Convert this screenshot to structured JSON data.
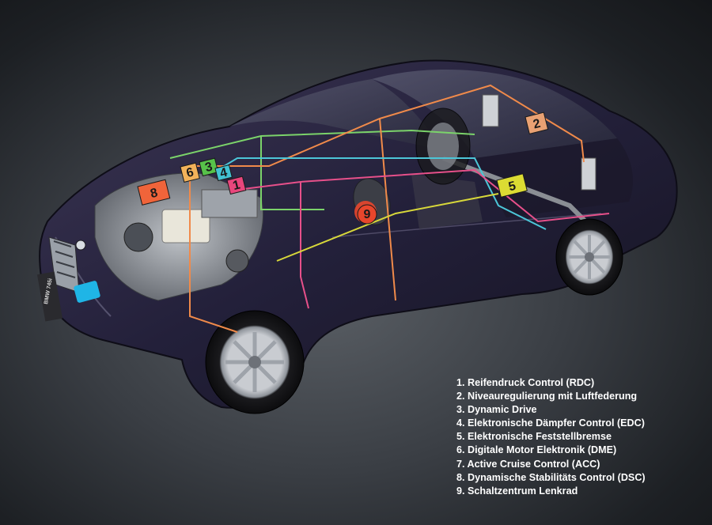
{
  "diagram": {
    "model_badge": "BMW 745i",
    "legend": [
      "1. Reifendruck Control (RDC)",
      "2. Niveauregulierung mit Luftfederung",
      "3. Dynamic Drive",
      "4. Elektronische Dämpfer Control (EDC)",
      "5. Elektronische Feststellbremse",
      "6. Digitale Motor Elektronik (DME)",
      "7. Active Cruise Control (ACC)",
      "8. Dynamische Stabilitäts Control (DSC)",
      "9. Schaltzentrum Lenkrad"
    ],
    "tags": [
      {
        "label": "1",
        "color": "#e8467c"
      },
      {
        "label": "2",
        "color": "#e9a173"
      },
      {
        "label": "3",
        "color": "#57c24a"
      },
      {
        "label": "4",
        "color": "#42c3d3"
      },
      {
        "label": "5",
        "color": "#dcdc33"
      },
      {
        "label": "6",
        "color": "#f2b25a"
      },
      {
        "label": "8",
        "color": "#f0643a"
      },
      {
        "label": "9",
        "color": "#e8462c"
      }
    ],
    "wire_colors": {
      "green": "#7bd36a",
      "orange": "#f08a4a",
      "cyan": "#4cc6d8",
      "magenta": "#e7508a",
      "yellow": "#d8d83a",
      "acc_sensor": "#1fb5e6"
    }
  }
}
